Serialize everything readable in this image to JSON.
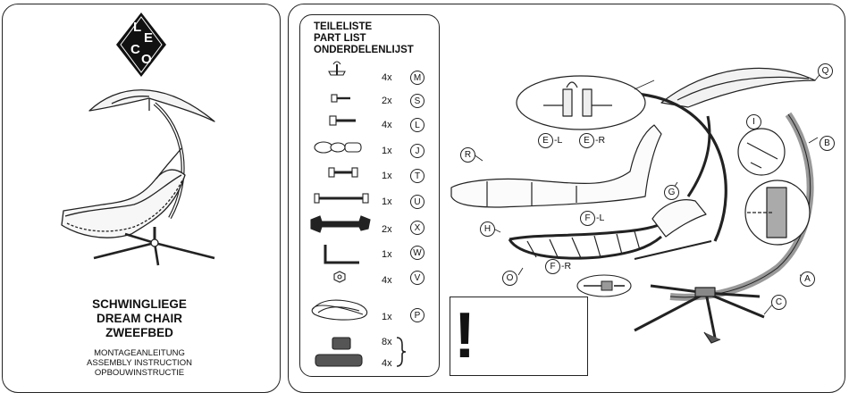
{
  "cover": {
    "brand_letters": [
      "L",
      "E",
      "C",
      "O"
    ],
    "title_lines": [
      "SCHWINGLIEGE",
      "DREAM CHAIR",
      "ZWEEFBED"
    ],
    "subtitle_lines": [
      "MONTAGEANLEITUNG",
      "ASSEMBLY INSTRUCTION",
      "OPBOUWINSTRUCTIE"
    ]
  },
  "part_list": {
    "heading_lines": [
      "TEILELISTE",
      "PART LIST",
      "ONDERDELENLIJST"
    ],
    "items": [
      {
        "qty": "4x",
        "code": "M",
        "icon": "knob-screw-icon"
      },
      {
        "qty": "2x",
        "code": "S",
        "icon": "short-screw-icon"
      },
      {
        "qty": "4x",
        "code": "L",
        "icon": "bolt-icon"
      },
      {
        "qty": "1x",
        "code": "J",
        "icon": "snap-hook-icon"
      },
      {
        "qty": "1x",
        "code": "T",
        "icon": "bolt-nut-icon"
      },
      {
        "qty": "1x",
        "code": "U",
        "icon": "long-bolt-icon"
      },
      {
        "qty": "2x",
        "code": "X",
        "icon": "wrench-icon"
      },
      {
        "qty": "1x",
        "code": "W",
        "icon": "allen-key-icon"
      },
      {
        "qty": "4x",
        "code": "V",
        "icon": "nut-icon"
      },
      {
        "qty": "1x",
        "code": "P",
        "icon": "rope-icon"
      }
    ],
    "caps": [
      {
        "qty": "8x",
        "icon": "short-cap-icon"
      },
      {
        "qty": "4x",
        "icon": "long-cap-icon"
      }
    ]
  },
  "warning": {
    "symbol": "!"
  },
  "diagram_labels": {
    "Q": "Q",
    "B": "B",
    "I": "I",
    "A": "A",
    "C": "C",
    "G": "G",
    "R": "R",
    "H": "H",
    "O": "O",
    "E_L": {
      "letter": "E",
      "suffix": "-L"
    },
    "E_R": {
      "letter": "E",
      "suffix": "-R"
    },
    "F_L": {
      "letter": "F",
      "suffix": "-L"
    },
    "F_R": {
      "letter": "F",
      "suffix": "-R"
    }
  }
}
